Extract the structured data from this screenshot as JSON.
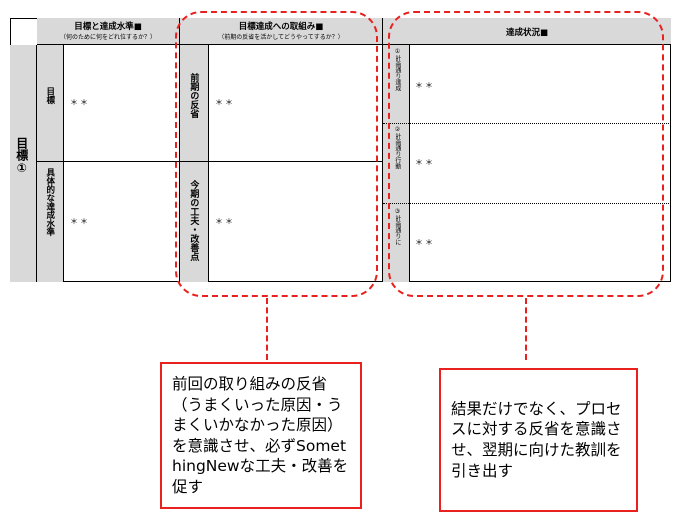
{
  "table": {
    "col1_header": {
      "title": "目標と達成水準■",
      "sub": "（何のために何をどれ位するか？）"
    },
    "col2_header": {
      "title": "目標達成への取組み■",
      "sub": "（前期の反省を活かしてどうやってするか？）"
    },
    "col3_header": {
      "title": "達成状況■"
    },
    "goal_label": "目標①",
    "row1_label": "目標",
    "row2_label": "具体的な達成水準",
    "reflection_label": "前期の反省",
    "improvement_label": "今期の工夫・改善点",
    "status_items": [
      {
        "label": "①計画通り達成"
      },
      {
        "label": "②計画通り行動"
      },
      {
        "label": "③計画通りに"
      }
    ],
    "placeholder": "＊＊"
  },
  "callouts": {
    "left": "前回の取り組みの反省（うまくいった原因・うまくいかなかった原因）を意識させ、必ずSomethingNewな工夫・改善を促す",
    "right": "結果だけでなく、プロセスに対する反省を意識させ、翌期に向けた教訓を引き出す"
  },
  "colors": {
    "accent": "#e8201e",
    "header_bg": "#d9d9d9"
  }
}
